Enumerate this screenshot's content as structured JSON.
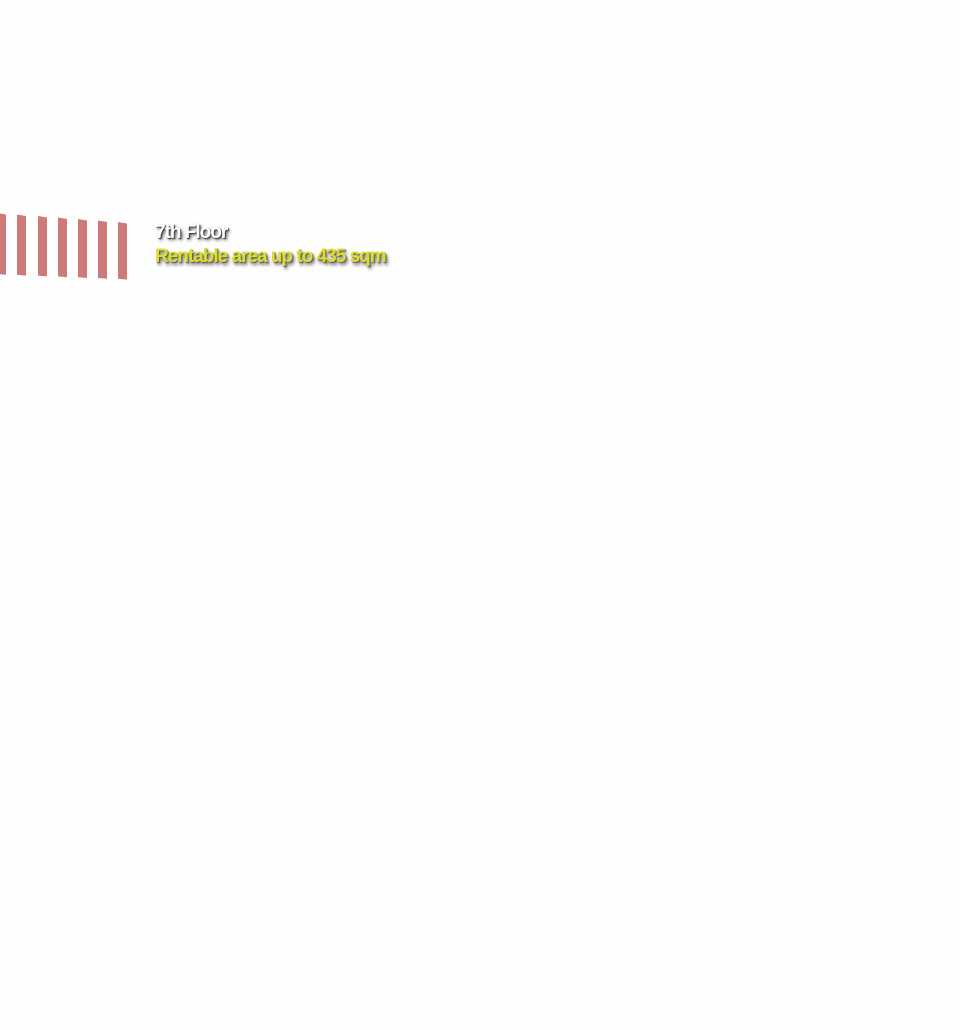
{
  "floor_label": "7th Floor",
  "area_label": "Rentable area up to 435 sqm",
  "colors": {
    "bars": "#cf7a7a",
    "area_text": "#dede2a",
    "floor_text": "#ffffff"
  },
  "bar_count": 7
}
